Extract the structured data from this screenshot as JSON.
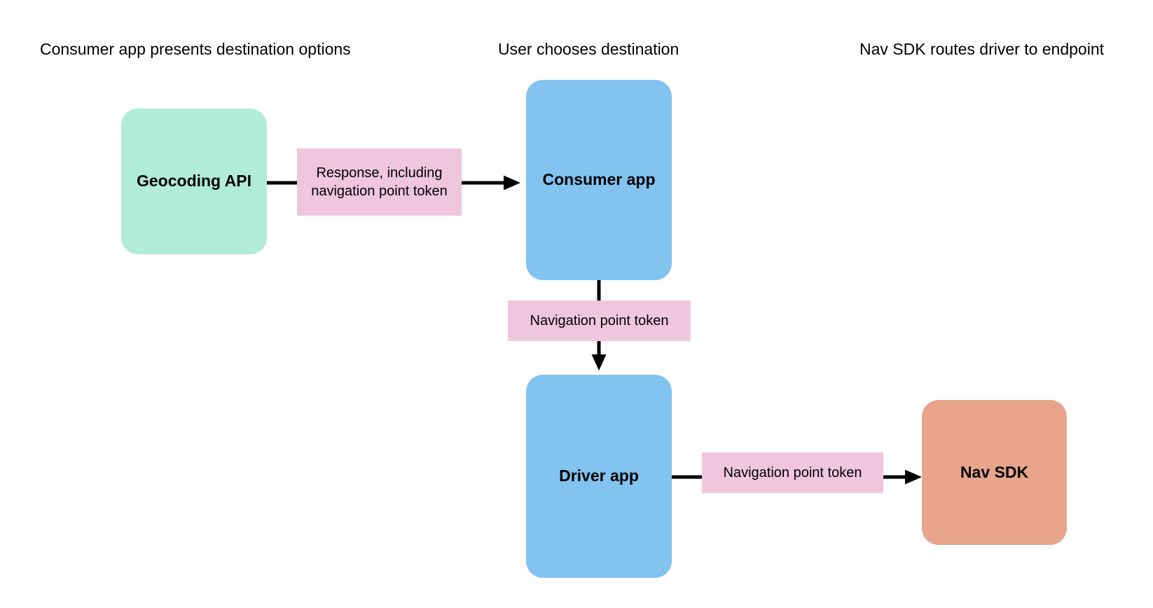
{
  "diagram": {
    "title_text_color": "#000000",
    "background": "#ffffff",
    "columns": [
      {
        "id": "col-1",
        "label": "Consumer app presents destination options"
      },
      {
        "id": "col-2",
        "label": "User chooses destination"
      },
      {
        "id": "col-3",
        "label": "Nav SDK routes driver to endpoint"
      }
    ],
    "nodes": [
      {
        "id": "geocoding-api",
        "label": "Geocoding API",
        "color": "#b0ecd9"
      },
      {
        "id": "consumer-app",
        "label": "Consumer app",
        "color": "#82c3f0"
      },
      {
        "id": "driver-app",
        "label": "Driver app",
        "color": "#82c3f0"
      },
      {
        "id": "nav-sdk",
        "label": "Nav SDK",
        "color": "#e8a58c"
      }
    ],
    "edges": [
      {
        "id": "geocoding-to-consumer",
        "from": "geocoding-api",
        "to": "consumer-app",
        "direction": "right",
        "label": "Response, including navigation point token",
        "label_lines": [
          "Response, including",
          "navigation point",
          "token"
        ],
        "label_color": "#efc6dc",
        "arrow_color": "#000000"
      },
      {
        "id": "consumer-to-driver",
        "from": "consumer-app",
        "to": "driver-app",
        "direction": "down",
        "label": "Navigation point token",
        "label_lines": [
          "Navigation point token"
        ],
        "label_color": "#efc6dc",
        "arrow_color": "#000000"
      },
      {
        "id": "driver-to-navsdk",
        "from": "driver-app",
        "to": "nav-sdk",
        "direction": "right",
        "label": "Navigation point token",
        "label_lines": [
          "Navigation point token"
        ],
        "label_color": "#efc6dc",
        "arrow_color": "#000000"
      }
    ]
  }
}
